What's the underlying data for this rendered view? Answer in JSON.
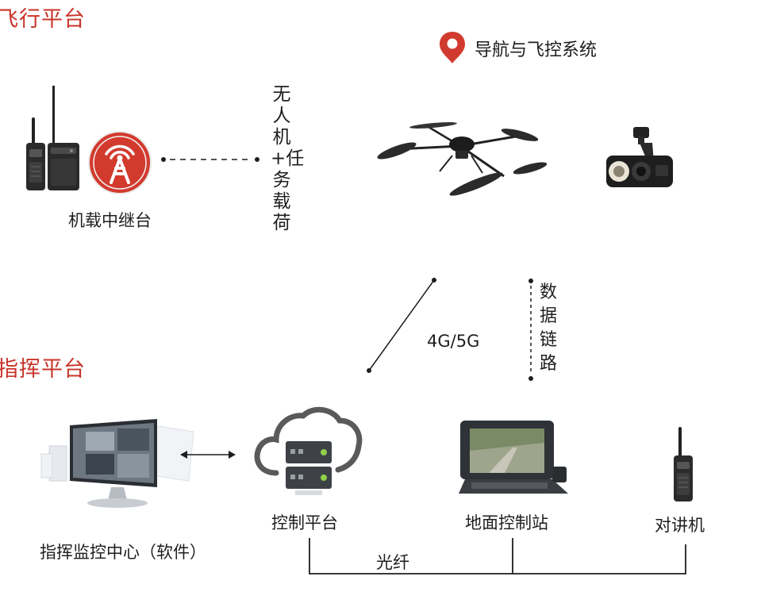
{
  "flight_platform": {
    "title": "飞行平台",
    "nav_system_label": "导航与飞控系统",
    "relay_label": "机载中继台",
    "uav_payload_label": "无人机+任务载荷"
  },
  "links": {
    "cellular_label": "4G/5G",
    "data_link_label": "数据链路",
    "fiber_label": "光纤"
  },
  "command_platform": {
    "title": "指挥平台",
    "monitor_center_label": "指挥监控中心（软件）",
    "control_platform_label": "控制平台",
    "ground_station_label": "地面控制站",
    "walkie_talkie_label": "对讲机"
  },
  "colors": {
    "accent_red": "#c8342a",
    "line_dark": "#1e1e1e"
  }
}
